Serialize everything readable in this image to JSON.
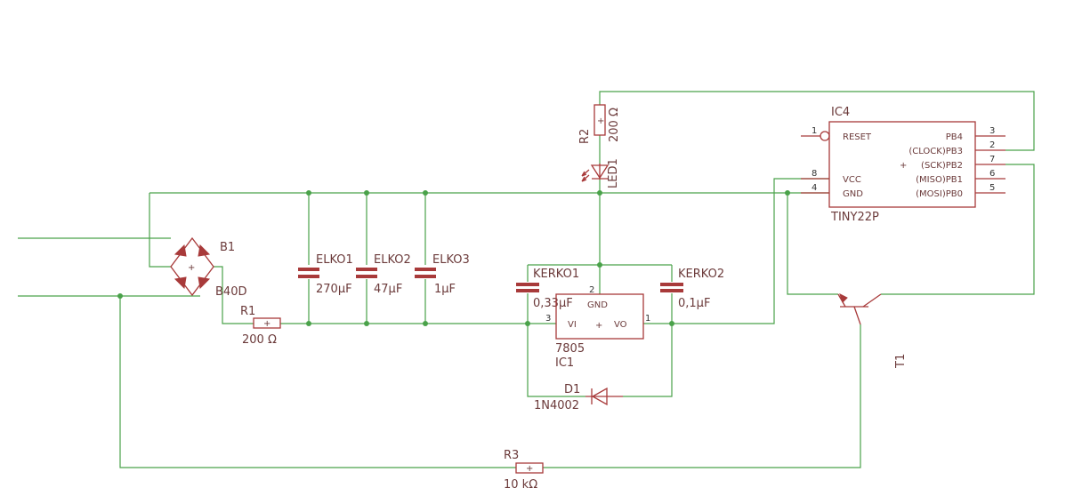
{
  "colors": {
    "wire": "#4aa24a",
    "part": "#a83a3a",
    "text": "#6b3a3a"
  },
  "parts": {
    "b1": {
      "name": "B1",
      "value": "B40D"
    },
    "r1": {
      "name": "R1",
      "value": "200 Ω"
    },
    "r2": {
      "name": "R2",
      "value": "200 Ω"
    },
    "r3": {
      "name": "R3",
      "value": "10 kΩ"
    },
    "led1": {
      "name": "LED1"
    },
    "elko1": {
      "name": "ELKO1",
      "value": "270µF"
    },
    "elko2": {
      "name": "ELKO2",
      "value": "47µF"
    },
    "elko3": {
      "name": "ELKO3",
      "value": "1µF"
    },
    "kerko1": {
      "name": "KERKO1",
      "value": "0,33µF"
    },
    "kerko2": {
      "name": "KERKO2",
      "value": "0,1µF"
    },
    "ic1": {
      "name": "IC1",
      "value": "7805",
      "pin_gnd": "GND",
      "pin_vi": "VI",
      "pin_vo": "VO",
      "pin1": "1",
      "pin2": "2",
      "pin3": "3"
    },
    "d1": {
      "name": "D1",
      "value": "1N4002"
    },
    "t1": {
      "name": "T1"
    },
    "ic4": {
      "name": "IC4",
      "value": "TINY22P",
      "left_pins": [
        {
          "num": "1",
          "label": "RESET"
        },
        {
          "num": "8",
          "label": "VCC"
        },
        {
          "num": "4",
          "label": "GND"
        }
      ],
      "right_pins": [
        {
          "num": "3",
          "label": "PB4"
        },
        {
          "num": "2",
          "label": "(CLOCK)PB3"
        },
        {
          "num": "7",
          "label": "(SCK)PB2"
        },
        {
          "num": "6",
          "label": "(MISO)PB1"
        },
        {
          "num": "5",
          "label": "(MOSI)PB0"
        }
      ]
    }
  }
}
